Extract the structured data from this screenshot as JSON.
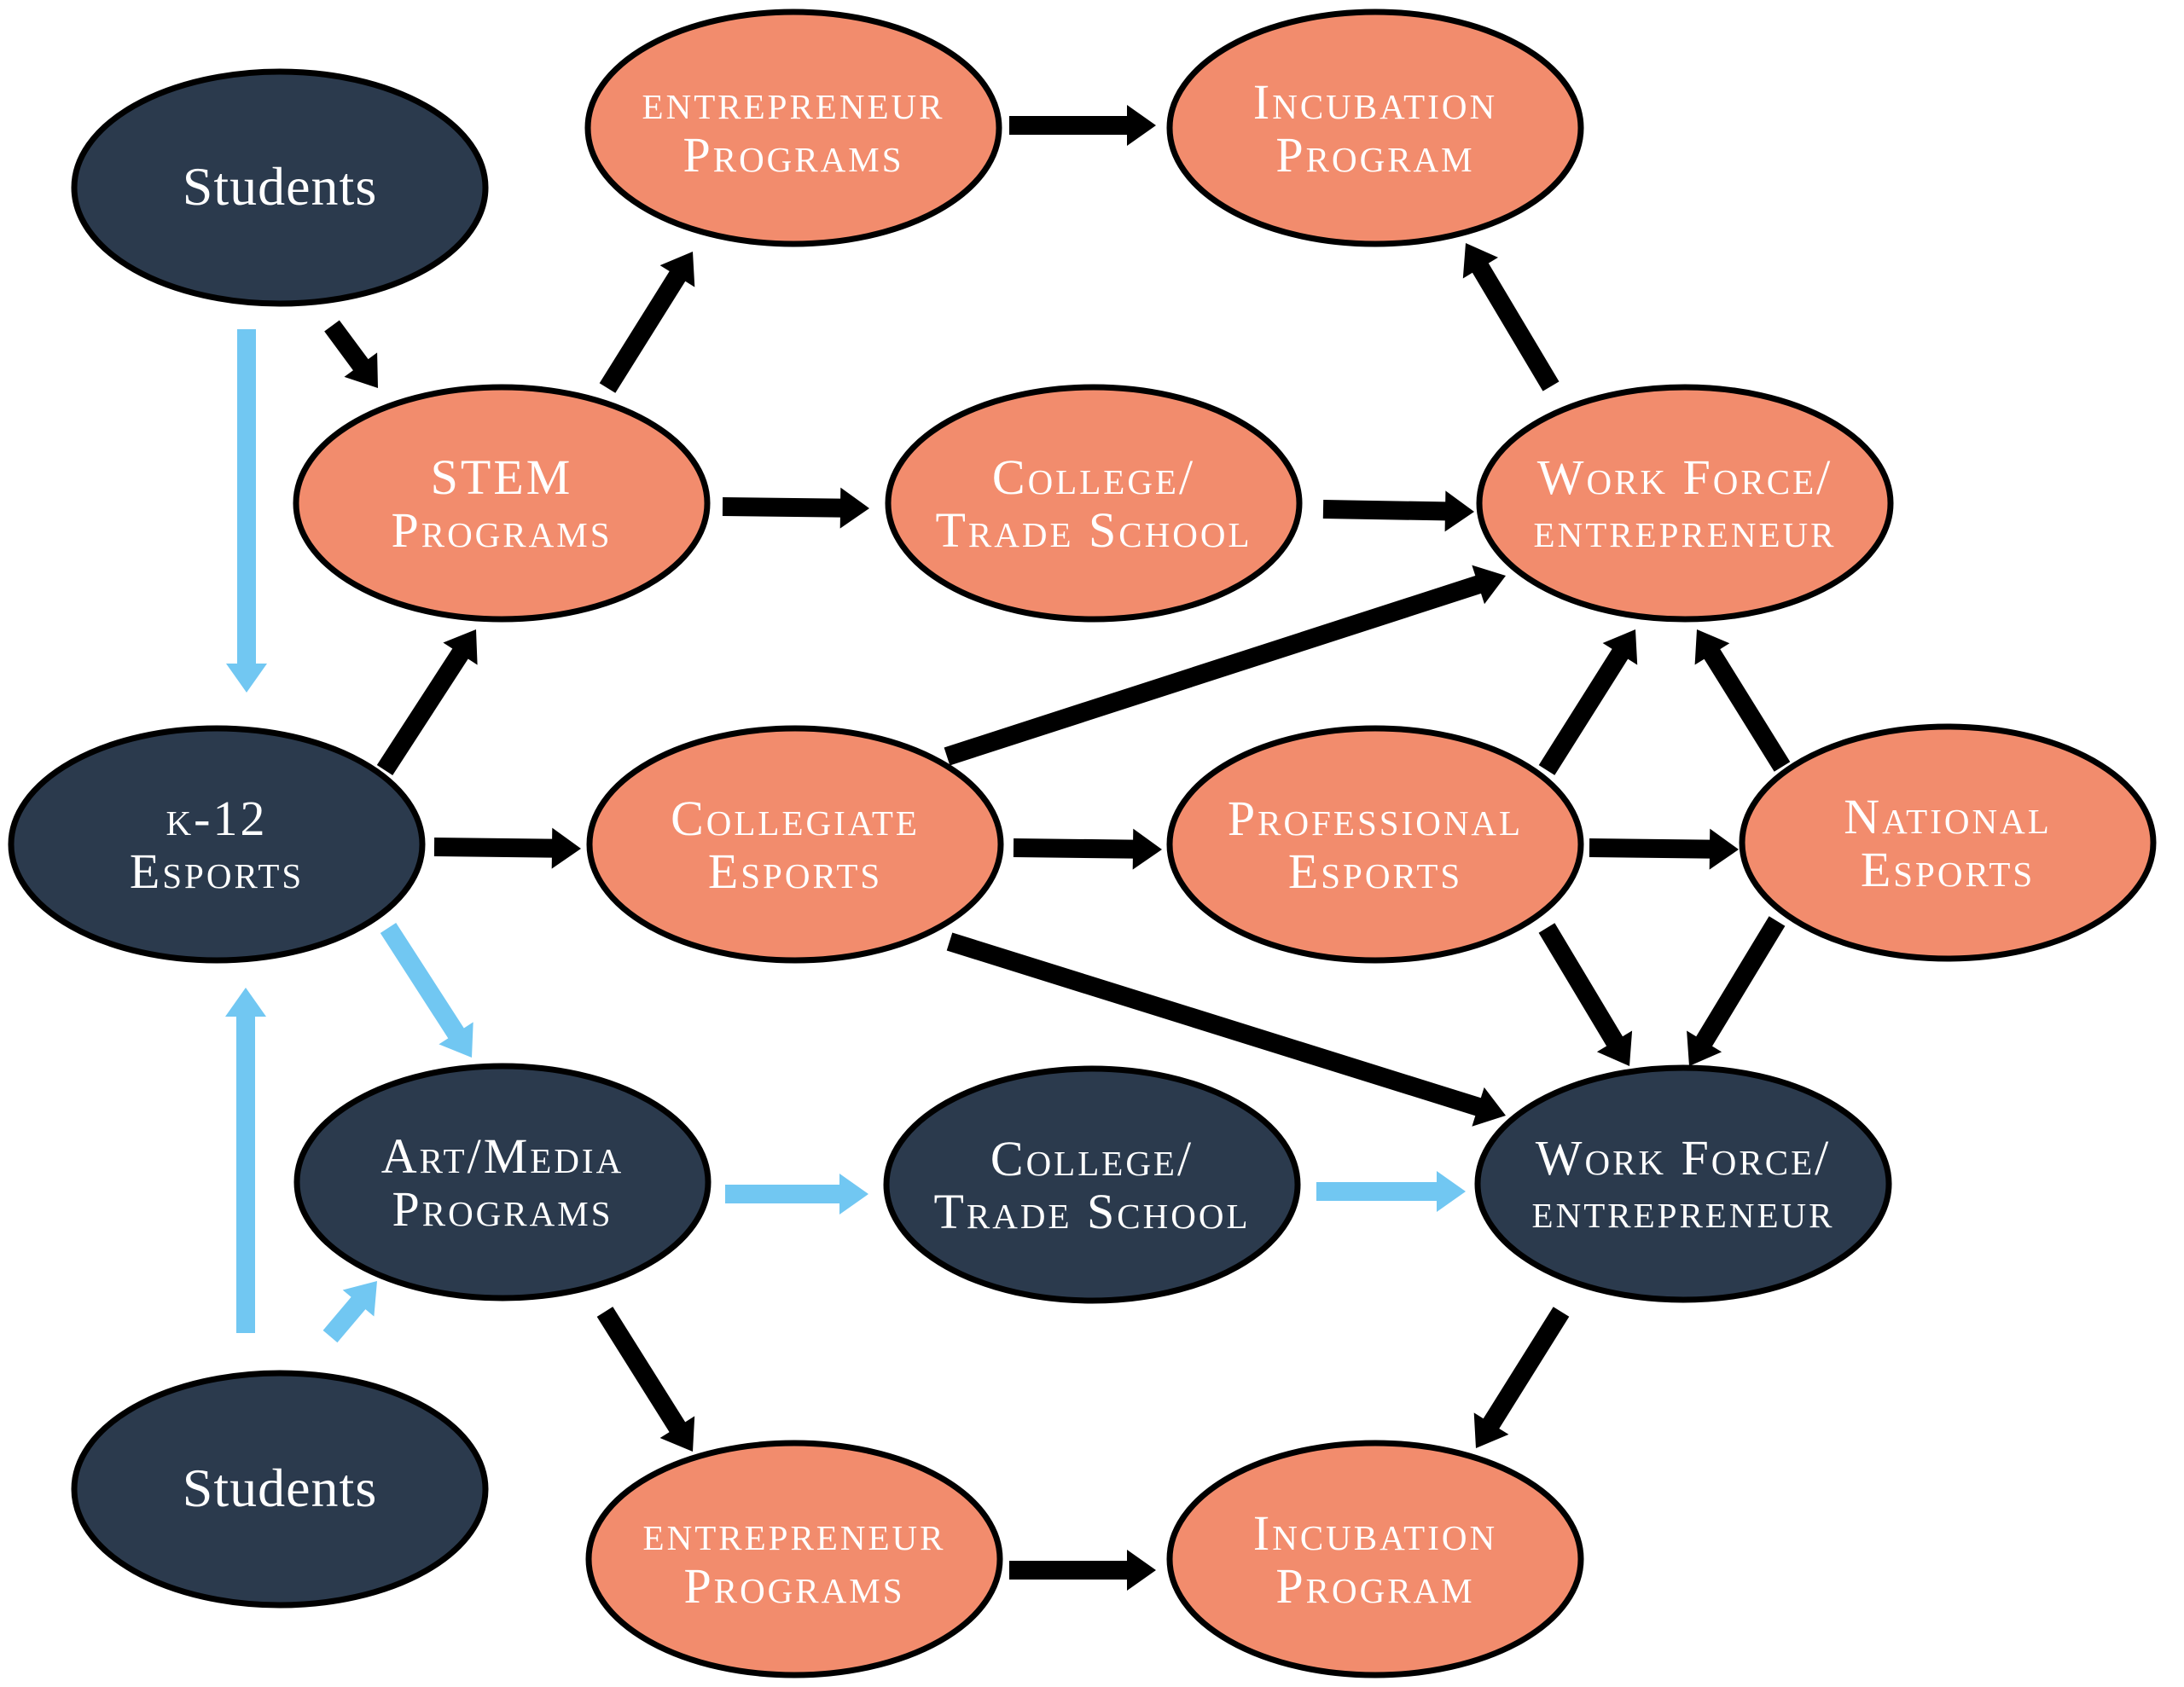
{
  "title": "Esports Education Pathway Flow",
  "colors": {
    "dark_node": "#2b3a4d",
    "orange_node": "#f28c6d",
    "black_arrow": "#000000",
    "blue_arrow": "#71c7f2",
    "node_text": "#ffffff",
    "node_border": "#000000"
  },
  "nodes": [
    {
      "id": "students_top",
      "style": "dark",
      "plain": true,
      "lines": [
        "Students"
      ]
    },
    {
      "id": "entrepreneur_top",
      "style": "orange",
      "lines": [
        "entrepreneur",
        "Programs"
      ]
    },
    {
      "id": "incubation_top",
      "style": "orange",
      "lines": [
        "Incubation",
        "Program"
      ]
    },
    {
      "id": "stem",
      "style": "orange",
      "lines": [
        "STEM",
        "Programs"
      ]
    },
    {
      "id": "college_top",
      "style": "orange",
      "lines": [
        "College/",
        "Trade School"
      ]
    },
    {
      "id": "workforce_top",
      "style": "orange",
      "lines": [
        "Work Force/",
        "entrepreneur"
      ]
    },
    {
      "id": "k12",
      "style": "dark",
      "lines": [
        "k-12",
        "Esports"
      ]
    },
    {
      "id": "collegiate",
      "style": "orange",
      "lines": [
        "Collegiate",
        "Esports"
      ]
    },
    {
      "id": "professional",
      "style": "orange",
      "lines": [
        "Professional",
        "Esports"
      ]
    },
    {
      "id": "national",
      "style": "orange",
      "lines": [
        "National",
        "Esports"
      ]
    },
    {
      "id": "art_media",
      "style": "dark",
      "lines": [
        "Art/Media",
        "Programs"
      ]
    },
    {
      "id": "college_bottom",
      "style": "dark",
      "lines": [
        "College/",
        "Trade School"
      ]
    },
    {
      "id": "workforce_bottom",
      "style": "dark",
      "lines": [
        "Work Force/",
        "entrepreneur"
      ]
    },
    {
      "id": "students_bottom",
      "style": "dark",
      "plain": true,
      "lines": [
        "Students"
      ]
    },
    {
      "id": "entrepreneur_bottom",
      "style": "orange",
      "lines": [
        "entrepreneur",
        "Programs"
      ]
    },
    {
      "id": "incubation_bottom",
      "style": "orange",
      "lines": [
        "Incubation",
        "Program"
      ]
    }
  ],
  "edges": [
    {
      "from": "students_top",
      "to": "stem",
      "color": "black"
    },
    {
      "from": "students_top",
      "to": "k12",
      "color": "blue"
    },
    {
      "from": "stem",
      "to": "entrepreneur_top",
      "color": "black"
    },
    {
      "from": "entrepreneur_top",
      "to": "incubation_top",
      "color": "black"
    },
    {
      "from": "stem",
      "to": "college_top",
      "color": "black"
    },
    {
      "from": "college_top",
      "to": "workforce_top",
      "color": "black"
    },
    {
      "from": "workforce_top",
      "to": "incubation_top",
      "color": "black"
    },
    {
      "from": "k12",
      "to": "stem",
      "color": "black"
    },
    {
      "from": "k12",
      "to": "collegiate",
      "color": "black"
    },
    {
      "from": "collegiate",
      "to": "workforce_top",
      "color": "black"
    },
    {
      "from": "collegiate",
      "to": "professional",
      "color": "black"
    },
    {
      "from": "professional",
      "to": "workforce_top",
      "color": "black"
    },
    {
      "from": "professional",
      "to": "national",
      "color": "black"
    },
    {
      "from": "national",
      "to": "workforce_top",
      "color": "black"
    },
    {
      "from": "k12",
      "to": "art_media",
      "color": "blue"
    },
    {
      "from": "collegiate",
      "to": "workforce_bottom",
      "color": "black"
    },
    {
      "from": "professional",
      "to": "workforce_bottom",
      "color": "black"
    },
    {
      "from": "national",
      "to": "workforce_bottom",
      "color": "black"
    },
    {
      "from": "art_media",
      "to": "college_bottom",
      "color": "blue"
    },
    {
      "from": "college_bottom",
      "to": "workforce_bottom",
      "color": "blue"
    },
    {
      "from": "students_bottom",
      "to": "k12",
      "color": "blue"
    },
    {
      "from": "students_bottom",
      "to": "art_media",
      "color": "blue"
    },
    {
      "from": "art_media",
      "to": "entrepreneur_bottom",
      "color": "black"
    },
    {
      "from": "entrepreneur_bottom",
      "to": "incubation_bottom",
      "color": "black"
    },
    {
      "from": "workforce_bottom",
      "to": "incubation_bottom",
      "color": "black"
    }
  ]
}
